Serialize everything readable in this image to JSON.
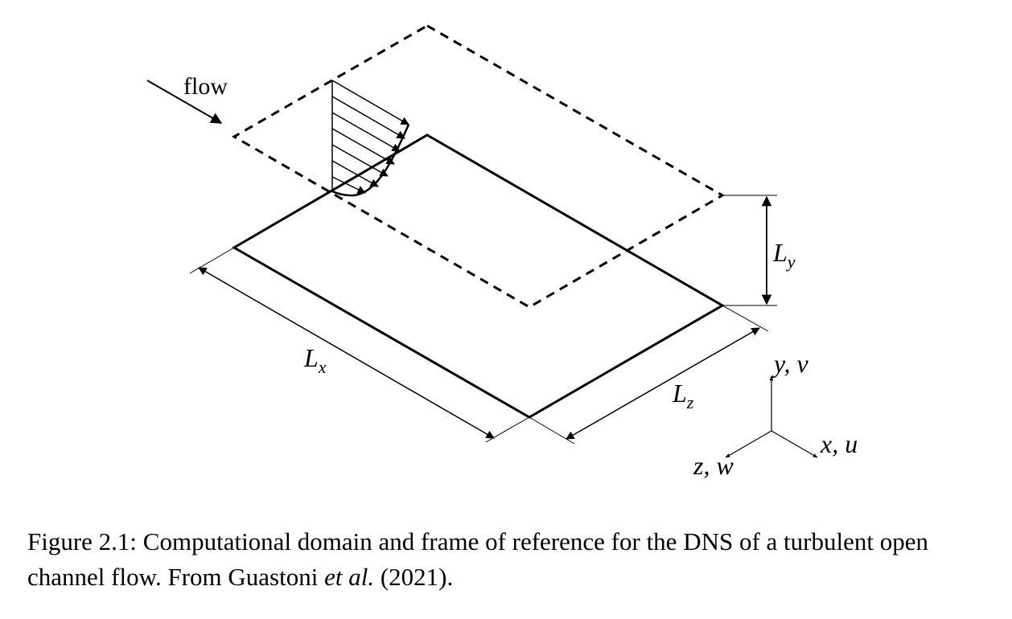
{
  "diagram": {
    "flow_label": "flow",
    "dimensions": {
      "lx": {
        "main": "L",
        "sub": "x"
      },
      "ly": {
        "main": "L",
        "sub": "y"
      },
      "lz": {
        "main": "L",
        "sub": "z"
      }
    },
    "axes": {
      "y": "y, v",
      "x": "x, u",
      "z": "z, w"
    }
  },
  "caption": {
    "prefix": "Figure 2.1: Computational domain and frame of reference for the DNS of a turbulent open channel flow. From Guastoni ",
    "etal": "et al.",
    "suffix": " (2021)."
  }
}
